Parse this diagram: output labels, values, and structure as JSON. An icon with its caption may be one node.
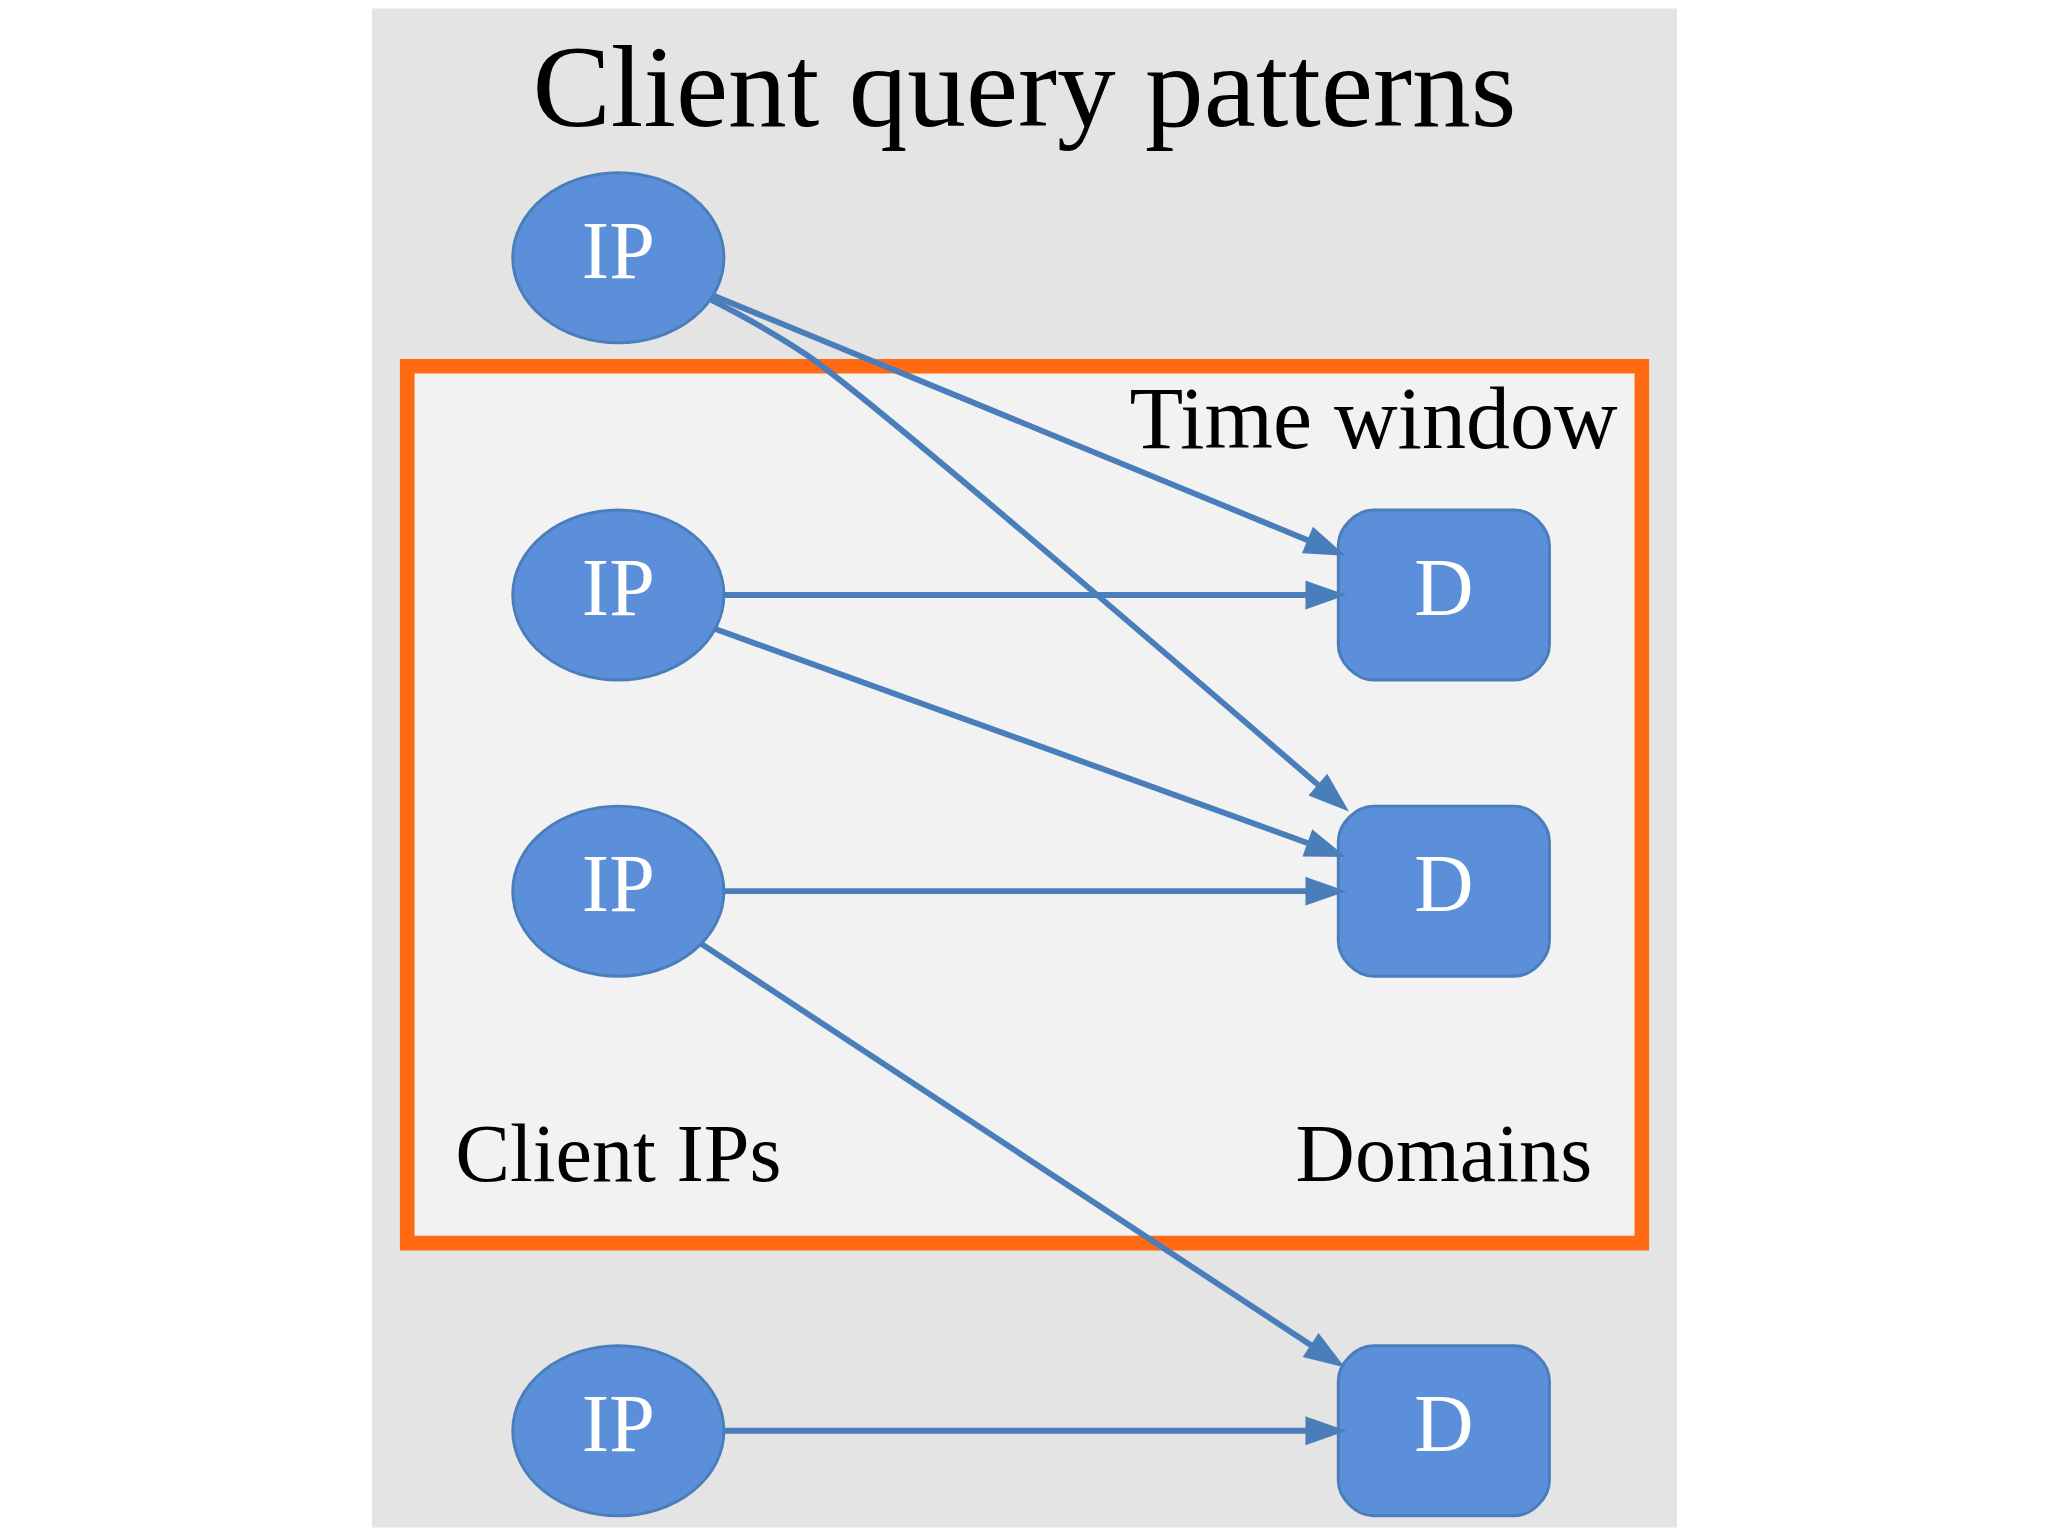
{
  "diagram": {
    "title": "Client query patterns",
    "nodes": [
      {
        "text": [
          "Time window"
        ]
      },
      {
        "text": [
          "IP"
        ],
        "in": 0
      },
      {
        "text": [
          "IP"
        ],
        "in": 0
      },
      {
        "text": [
          "D"
        ],
        "in": 0
      },
      {
        "text": [
          "D"
        ],
        "in": 0
      },
      {
        "text": [
          "IP"
        ]
      },
      {
        "text": [
          "IP"
        ]
      },
      {
        "text": [
          "D"
        ]
      }
    ],
    "edges": [
      {
        "from": 1,
        "to": 3,
        "arrow": "to"
      },
      {
        "from": 1,
        "to": 7,
        "arrow": "to"
      },
      {
        "from": 2,
        "to": 3,
        "arrow": "to"
      },
      {
        "from": 2,
        "to": 4,
        "arrow": "to"
      },
      {
        "from": 5,
        "to": 3,
        "arrow": "to"
      },
      {
        "from": 5,
        "to": 4,
        "arrow": "to"
      },
      {
        "from": 6,
        "to": 7,
        "arrow": "to"
      }
    ],
    "labels": [
      "Client IPs",
      "Domains"
    ]
  }
}
